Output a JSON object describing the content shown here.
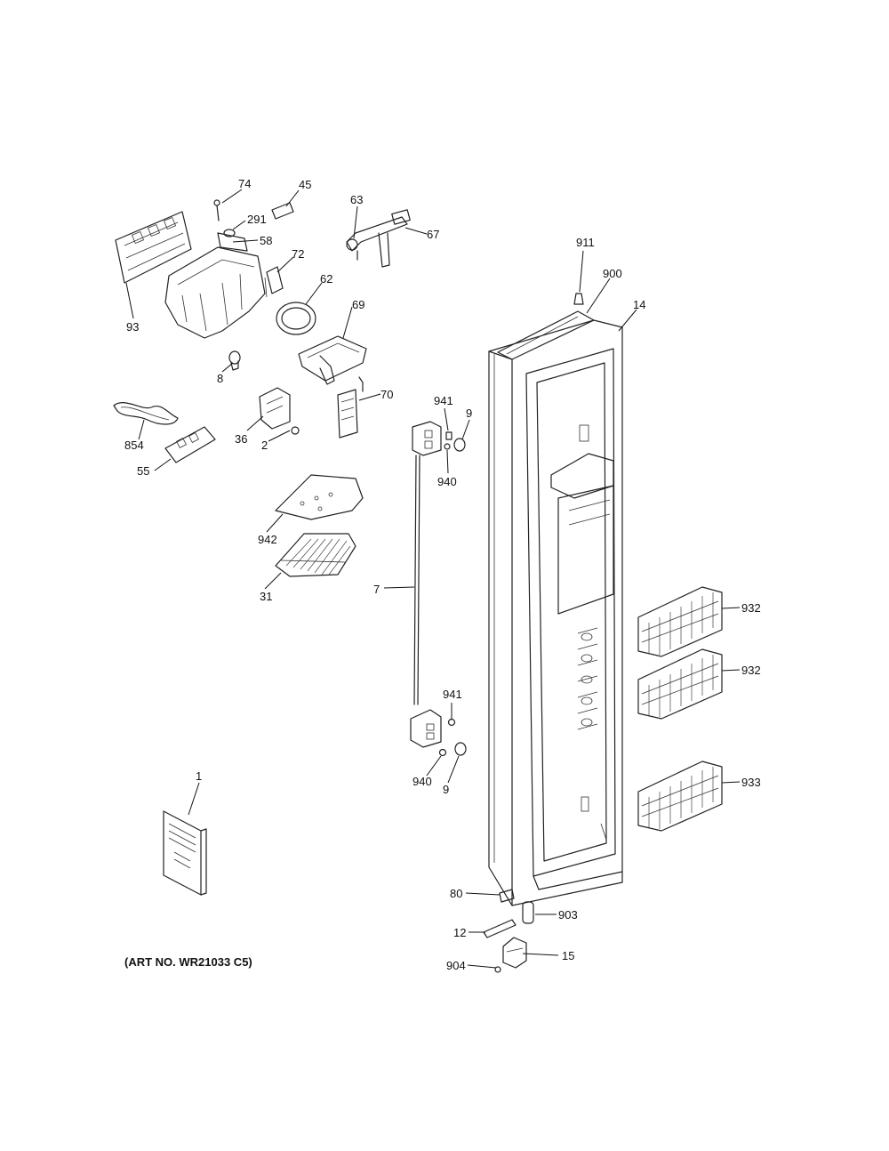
{
  "art_number": "(ART NO. WR21033 C5)",
  "callouts": {
    "p74": "74",
    "p45": "45",
    "p291": "291",
    "p63": "63",
    "p67": "67",
    "p58": "58",
    "p72": "72",
    "p62": "62",
    "p93": "93",
    "p69": "69",
    "p8": "8",
    "p70": "70",
    "p854": "854",
    "p36": "36",
    "p2": "2",
    "p55": "55",
    "p942": "942",
    "p31": "31",
    "p7": "7",
    "p941a": "941",
    "p9a": "9",
    "p940a": "940",
    "p941b": "941",
    "p940b": "940",
    "p9b": "9",
    "p911": "911",
    "p900": "900",
    "p14": "14",
    "p932a": "932",
    "p932b": "932",
    "p933": "933",
    "p1": "1",
    "p80": "80",
    "p903": "903",
    "p12": "12",
    "p904": "904",
    "p15": "15"
  }
}
